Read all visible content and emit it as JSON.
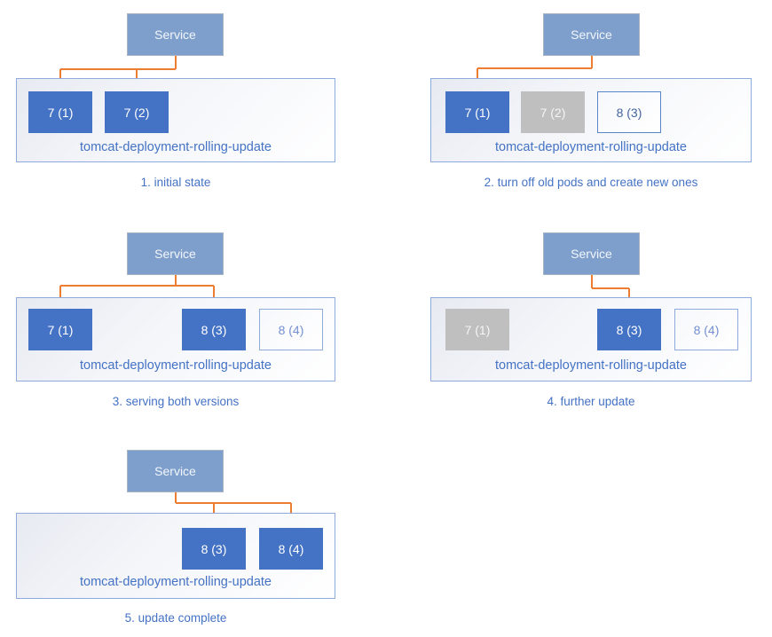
{
  "diagram": {
    "service_label": "Service",
    "deployment_label": "tomcat-deployment-rolling-update",
    "colors": {
      "pod_active": "#4472C4",
      "pod_inactive": "#BFBFBF",
      "pod_pending_border": "#5B84C8",
      "pod_pending_text": "#44639E",
      "pod_pending_border_light": "#8FAADC",
      "pod_pending_text_light": "#7490D2",
      "arrow": "#ED7D31",
      "service_fill": "#7E9FCB",
      "caption_text": "#4472C4",
      "container_border": "#8FAADC"
    },
    "panels": [
      {
        "caption": "1. initial state",
        "pods": [
          {
            "label": "7 (1)",
            "state": "active"
          },
          {
            "label": "7 (2)",
            "state": "active"
          }
        ]
      },
      {
        "caption": "2. turn off old pods and create new ones",
        "pods": [
          {
            "label": "7 (1)",
            "state": "active"
          },
          {
            "label": "7 (2)",
            "state": "terminated"
          },
          {
            "label": "8 (3)",
            "state": "creating"
          }
        ]
      },
      {
        "caption": "3. serving both versions",
        "pods": [
          {
            "label": "7 (1)",
            "state": "active"
          },
          {
            "label": "8 (3)",
            "state": "active"
          },
          {
            "label": "8 (4)",
            "state": "creating"
          }
        ]
      },
      {
        "caption": "4. further update",
        "pods": [
          {
            "label": "7 (1)",
            "state": "terminated"
          },
          {
            "label": "8 (3)",
            "state": "active"
          },
          {
            "label": "8 (4)",
            "state": "creating"
          }
        ]
      },
      {
        "caption": "5. update complete",
        "pods": [
          {
            "label": "8 (3)",
            "state": "active"
          },
          {
            "label": "8 (4)",
            "state": "active"
          }
        ]
      }
    ]
  }
}
